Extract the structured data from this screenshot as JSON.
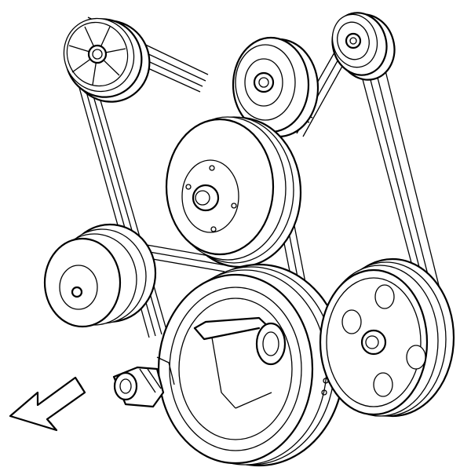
{
  "diagram": {
    "type": "serpentine belt routing line drawing",
    "labels": [],
    "components": [
      "power-steering-pulley",
      "upper-idler-pulley",
      "tensioner-pulley",
      "water-pump-pulley",
      "generator-pulley",
      "crankshaft-balancer",
      "ac-compressor-pulley",
      "serpentine-belt",
      "front-of-vehicle-arrow"
    ],
    "colors": {
      "line": "#000000",
      "background": "#ffffff"
    },
    "icons": {
      "direction": "arrow-icon"
    }
  }
}
